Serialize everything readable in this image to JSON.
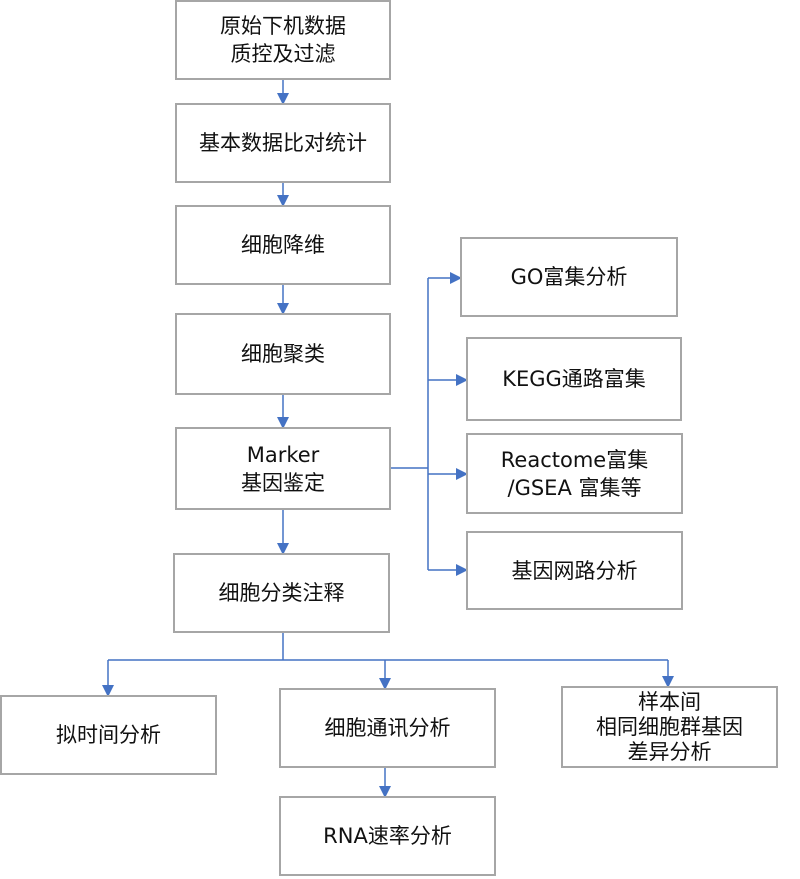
{
  "colors": {
    "border": "#a6a6a6",
    "connector": "#4472c4",
    "text": "#111111"
  },
  "nodes": {
    "qc": [
      "原始下机数据",
      "质控及过滤"
    ],
    "align_stats": "基本数据比对统计",
    "dim_reduction": "细胞降维",
    "clustering": "细胞聚类",
    "marker": [
      "Marker",
      "基因鉴定"
    ],
    "annotation": "细胞分类注释",
    "go": "GO富集分析",
    "kegg": "KEGG通路富集",
    "reactome": [
      "Reactome富集",
      "/GSEA 富集等"
    ],
    "network": "基因网路分析",
    "pseudotime": "拟时间分析",
    "communication": "细胞通讯分析",
    "rna_velocity": "RNA速率分析",
    "deg": [
      "样本间",
      "相同细胞群基因",
      "差异分析"
    ]
  }
}
